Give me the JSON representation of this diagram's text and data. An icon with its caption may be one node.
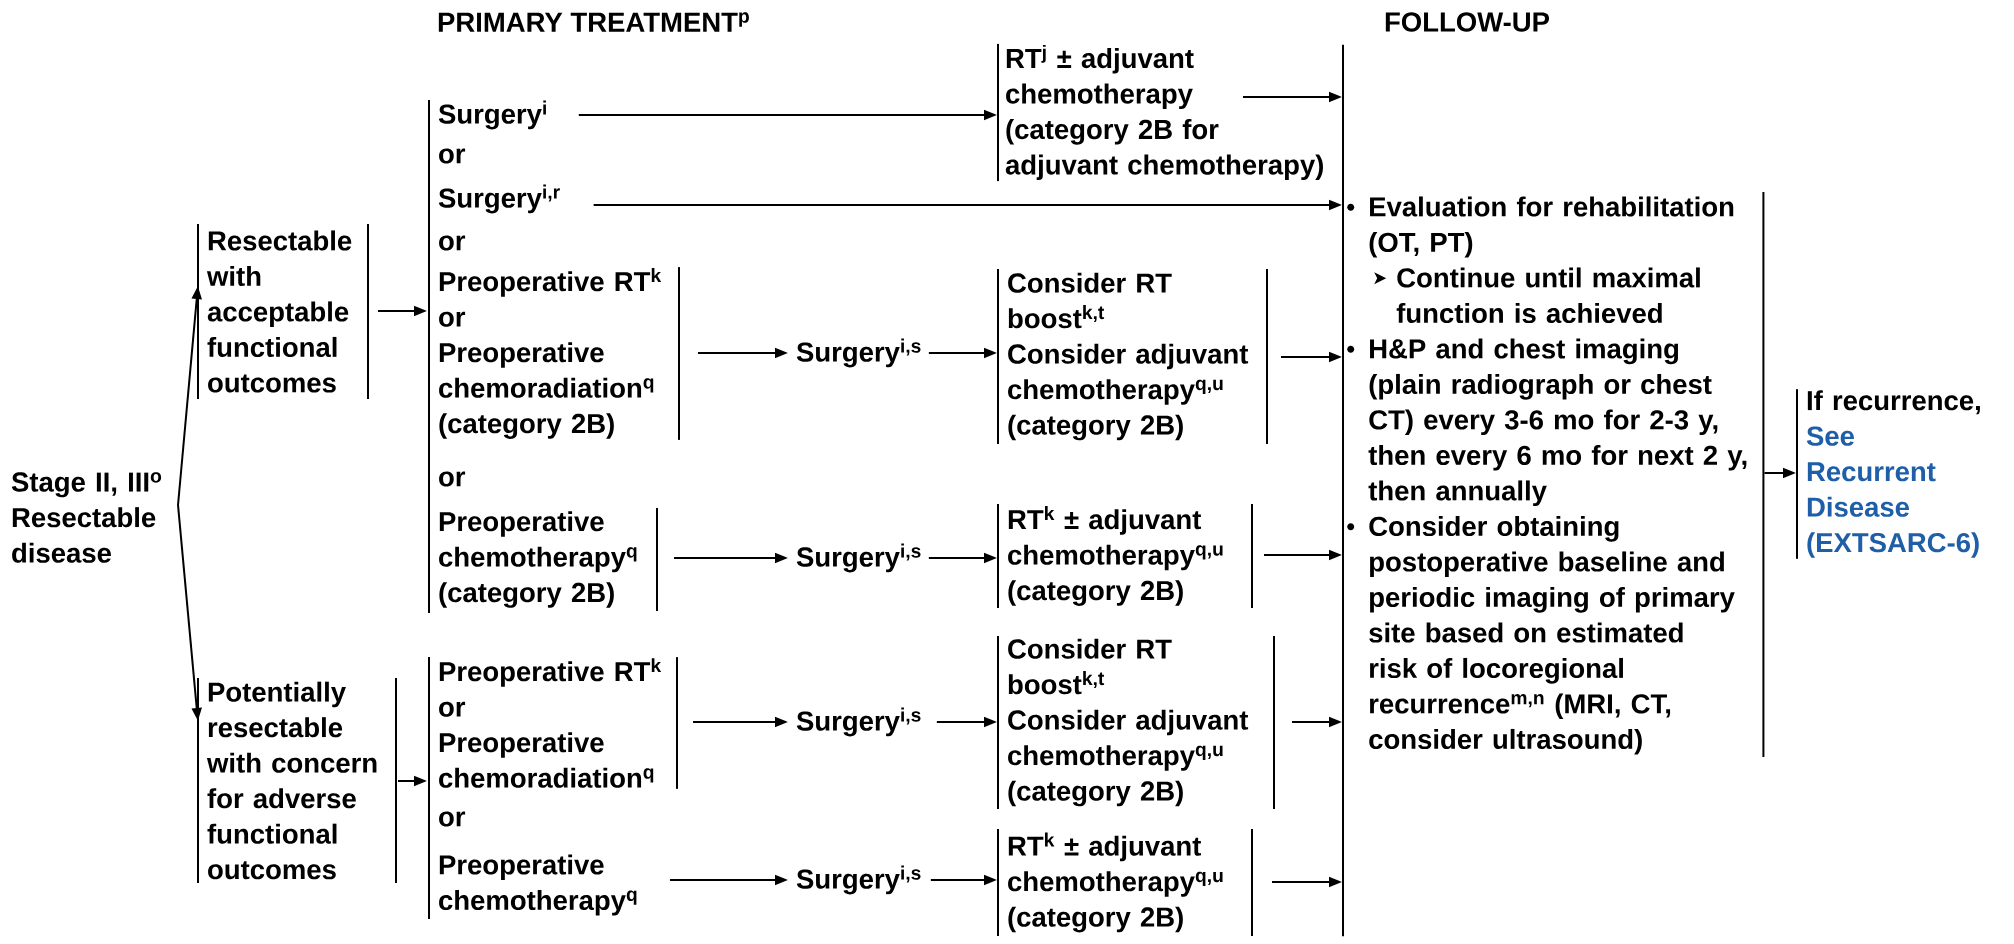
{
  "diagram": {
    "nodes": [
      {
        "text": [
          "Stage II, III$^{o}$ Resectable disease"
        ]
      },
      {
        "text": [
          "Resectable with acceptable functional outcomes"
        ]
      },
      {
        "text": [],
        "shape": "bar"
      },
      {
        "text": [
          "Surgery$^{i}$"
        ]
      },
      {
        "text": [
          "Surgery$^{i,r}$"
        ]
      },
      {
        "text": [
          "Preoperative RT$^{k}$",
          "or",
          "Preoperative chemoradiation$^{q}$ (category 2B)"
        ]
      },
      {
        "text": [
          "Preoperative chemotherapy$^{q}$ (category 2B)"
        ]
      },
      {
        "text": [
          "Potentially resectable with concern for adverse functional outcomes"
        ]
      },
      {
        "text": [],
        "shape": "bar"
      },
      {
        "text": [
          "Preoperative RT$^{k}$",
          "or",
          "Preoperative chemoradiation$^{q}$"
        ]
      },
      {
        "text": [
          "Preoperative chemotherapy$^{q}$"
        ]
      },
      {
        "text": [
          "Surgery$^{i,s}$"
        ]
      },
      {
        "text": [
          "Surgery$^{i,s}$"
        ]
      },
      {
        "text": [
          "Surgery$^{i,s}$"
        ]
      },
      {
        "text": [
          "Surgery$^{i,s}$"
        ]
      },
      {
        "text": [
          "RT$^{j}$ ± adjuvant chemotherapy (category 2B for adjuvant chemotherapy)"
        ]
      },
      {
        "text": [
          "Consider RT boost$^{k,t}$",
          "Consider adjuvant chemotherapy$^{q,u}$ (category 2B)"
        ]
      },
      {
        "text": [
          "RT$^{k}$ ± adjuvant chemotherapy$^{q,u}$ (category 2B)"
        ]
      },
      {
        "text": [
          "Consider RT boost$^{k,t}$",
          "Consider adjuvant chemotherapy$^{q,u}$ (category 2B)"
        ]
      },
      {
        "text": [
          "RT$^{k}$ ± adjuvant chemotherapy$^{q,u}$ (category 2B)"
        ]
      },
      {
        "text": [
          "Evaluation for rehabilitation (OT, PT)",
          "Continue until maximal function is achieved",
          "H&P and chest imaging (plain radiograph or chest CT) every 3-6 mo for 2-3 y, then every 6 mo for next 2 y, then annually",
          "Consider obtaining postoperative baseline and periodic imaging of primary site based on estimated risk of locoregional recurrence$^{m,n}$ (MRI, CT, consider ultrasound)"
        ]
      },
      {
        "text": [
          "If recurrence,",
          "See Recurrent Disease (EXTSARC-6)"
        ]
      }
    ],
    "edges": [
      {
        "from": 0,
        "to": 1,
        "arrow": "to"
      },
      {
        "from": 0,
        "to": 7,
        "arrow": "to"
      },
      {
        "from": 1,
        "to": 2,
        "arrow": "to"
      },
      {
        "from": 7,
        "to": 8,
        "arrow": "to"
      },
      {
        "from": 3,
        "to": 15,
        "arrow": "to"
      },
      {
        "from": 4,
        "to": 20,
        "arrow": "to"
      },
      {
        "from": 5,
        "to": 11,
        "arrow": "to"
      },
      {
        "from": 6,
        "to": 12,
        "arrow": "to"
      },
      {
        "from": 9,
        "to": 13,
        "arrow": "to"
      },
      {
        "from": 10,
        "to": 14,
        "arrow": "to"
      },
      {
        "from": 11,
        "to": 16,
        "arrow": "to"
      },
      {
        "from": 12,
        "to": 17,
        "arrow": "to"
      },
      {
        "from": 13,
        "to": 18,
        "arrow": "to"
      },
      {
        "from": 14,
        "to": 19,
        "arrow": "to"
      },
      {
        "from": 15,
        "to": 20,
        "arrow": "to"
      },
      {
        "from": 16,
        "to": 20,
        "arrow": "to"
      },
      {
        "from": 17,
        "to": 20,
        "arrow": "to"
      },
      {
        "from": 18,
        "to": 20,
        "arrow": "to"
      },
      {
        "from": 19,
        "to": 20,
        "arrow": "to"
      },
      {
        "from": 20,
        "to": 21,
        "arrow": "to"
      }
    ],
    "labels": [
      "PRIMARY TREATMENT$^{p}$",
      "FOLLOW-UP",
      "or",
      "or",
      "or",
      "or"
    ]
  }
}
